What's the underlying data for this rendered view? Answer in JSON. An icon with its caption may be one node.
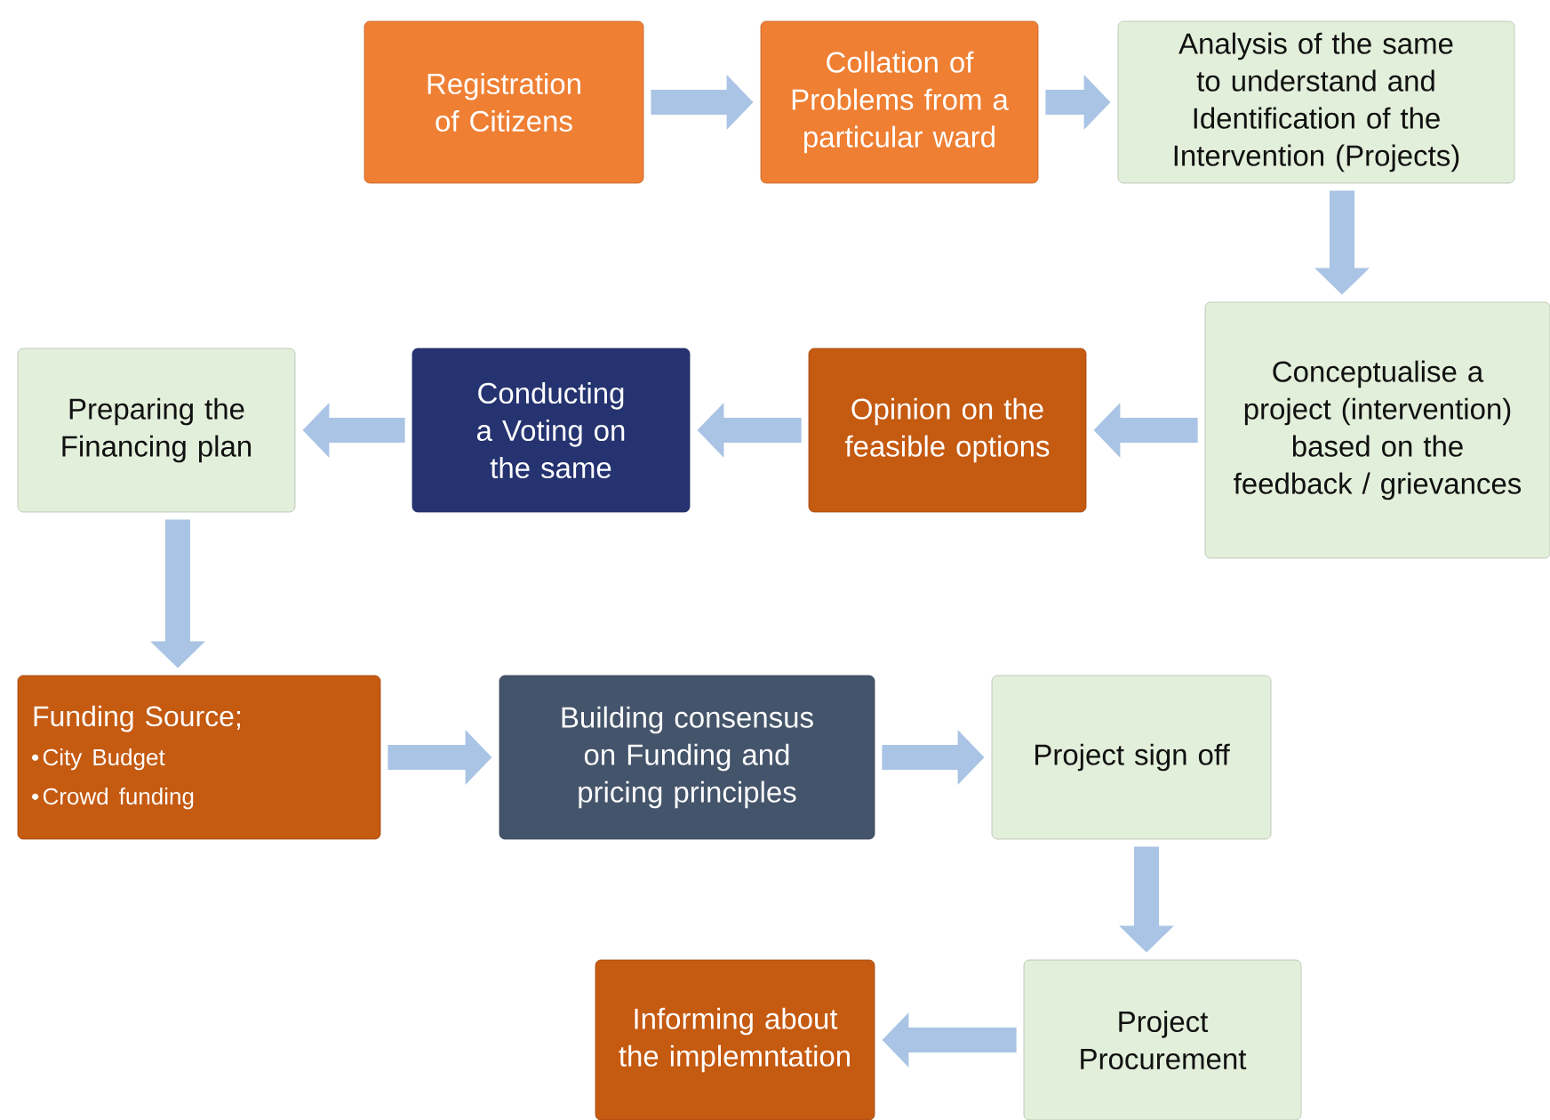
{
  "diagram": {
    "nodes": [
      {
        "text": [
          "Registration of Citizens"
        ]
      },
      {
        "text": [
          "Collation of Problems from a particular ward"
        ]
      },
      {
        "text": [
          "Analysis of the same to understand and Identification of the Intervention (Projects)"
        ]
      },
      {
        "text": [
          "Conceptualise a project (intervention) based on the feedback / grievances"
        ]
      },
      {
        "text": [
          "Opinion on the feasible options"
        ]
      },
      {
        "text": [
          "Conducting a Voting on the same"
        ]
      },
      {
        "text": [
          "Preparing the Financing plan"
        ]
      },
      {
        "text": [
          "Funding Source;",
          "City Budget",
          "Crowd funding"
        ]
      },
      {
        "text": [
          "Building consensus on Funding and pricing principles"
        ]
      },
      {
        "text": [
          "Project sign off"
        ]
      },
      {
        "text": [
          "Project Procurement"
        ]
      },
      {
        "text": [
          "Informing about the implemntation"
        ]
      }
    ],
    "edges": [
      {
        "from": 0,
        "to": 1,
        "arrow": "to"
      },
      {
        "from": 1,
        "to": 2,
        "arrow": "to"
      },
      {
        "from": 2,
        "to": 3,
        "arrow": "to"
      },
      {
        "from": 3,
        "to": 4,
        "arrow": "to"
      },
      {
        "from": 4,
        "to": 5,
        "arrow": "to"
      },
      {
        "from": 5,
        "to": 6,
        "arrow": "to"
      },
      {
        "from": 6,
        "to": 7,
        "arrow": "to"
      },
      {
        "from": 7,
        "to": 8,
        "arrow": "to"
      },
      {
        "from": 8,
        "to": 9,
        "arrow": "to"
      },
      {
        "from": 9,
        "to": 10,
        "arrow": "to"
      },
      {
        "from": 10,
        "to": 11,
        "arrow": "to"
      }
    ]
  }
}
